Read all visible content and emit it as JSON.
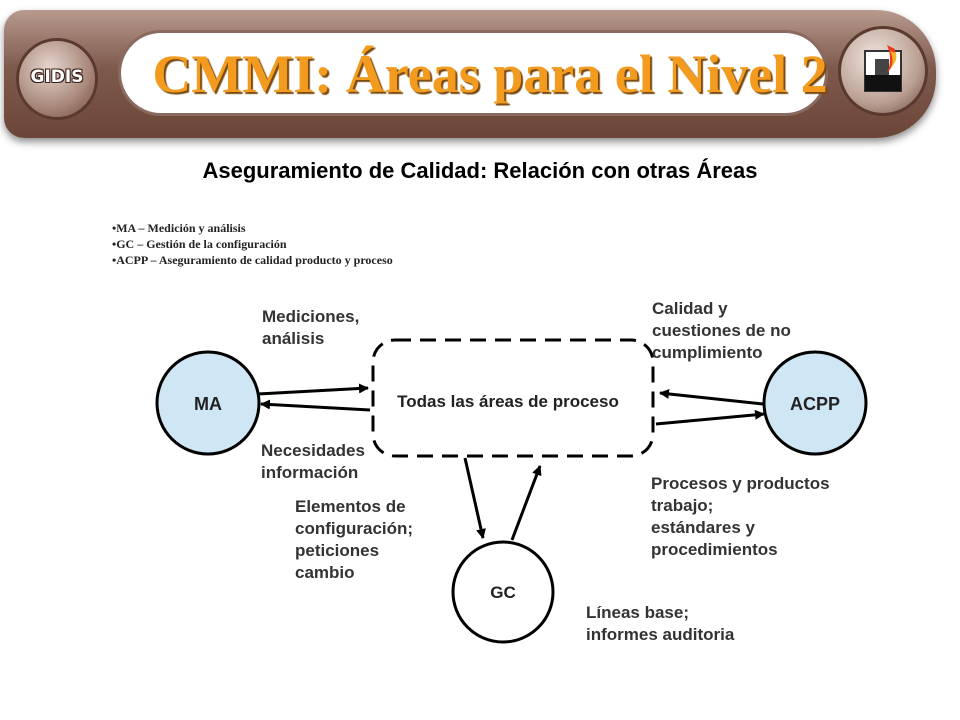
{
  "header": {
    "logo_left_text": "GIDIS",
    "title": "CMMI: Áreas para el Nivel 2"
  },
  "subtitle": "Aseguramiento de Calidad: Relación con otras Áreas",
  "legend": [
    "•MA – Medición y análisis",
    "•GC – Gestión de la configuración",
    "•ACPP – Aseguramiento de calidad producto y proceso"
  ],
  "nodes": {
    "ma": "MA",
    "acpp": "ACPP",
    "gc": "GC",
    "process_areas": "Todas las áreas de proceso"
  },
  "labels": {
    "mediciones": "Mediciones,\nanálisis",
    "necesidades": "Necesidades\ninformación",
    "calidad": "Calidad y\n cuestiones de no\n cumplimiento",
    "procesos": "Procesos y productos\ntrabajo;\nestándares y\nprocedimientos",
    "elementos": "Elementos de\nconfiguración;\npeticiones\ncambio",
    "lineas": "Líneas base;\ninformes auditoria"
  },
  "colors": {
    "title": "#f39b1f",
    "banner": "#7e5a4d",
    "node_fill": "#cfe6f5",
    "line": "#000000"
  }
}
